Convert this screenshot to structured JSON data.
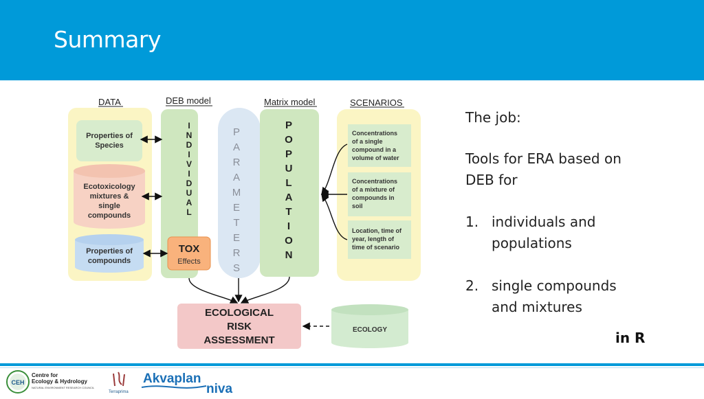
{
  "slide": {
    "title": "Summary"
  },
  "diagram": {
    "column_headers": {
      "data": "DATA",
      "deb": "DEB model",
      "matrix": "Matrix model",
      "scenarios": "SCENARIOS"
    },
    "data_items": [
      "Properties of Species",
      "Ecotoxicology mixtures & single compounds",
      "Properties of compounds"
    ],
    "individual": "INDIVIDUAL",
    "parameters": "PARAMETERS",
    "population": "POPULATION",
    "tox_title": "TOX",
    "tox_sub": "Effects",
    "scenario_items": [
      "Concentrations of a single compound in a volume of water",
      "Concentrations of a mixture of compounds in soil",
      "Location, time of year, length of time of scenario"
    ],
    "era_box": "ECOLOGICAL RISK ASSESSMENT",
    "ecology_box": "ECOLOGY",
    "colors": {
      "yellow_panel": "#fbf5c4",
      "green_panel": "#cfe7bf",
      "blue_panel": "#dbe7f3",
      "species_box": "#d8eccd",
      "ecotox_box": "#f7d2c4",
      "compounds_box": "#c5dcf2",
      "tox_box": "#f9b27c",
      "era_box": "#f3c8c8",
      "ecology_box": "#d3ebd0"
    }
  },
  "text": {
    "job": "The job:",
    "tools": "Tools for ERA based on DEB for",
    "list": [
      {
        "num": "1.",
        "text": "individuals and populations"
      },
      {
        "num": "2.",
        "text": "single compounds and mixtures"
      }
    ],
    "in_r": "in R"
  },
  "footer": {
    "logo1_abbr": "CEH",
    "logo1_line1": "Centre for",
    "logo1_line2": "Ecology & Hydrology",
    "logo1_line3": "NATURAL ENVIRONMENT RESEARCH COUNCIL",
    "logo2": "Terraprima",
    "logo3_a": "Akvaplan",
    "logo3_b": "niva"
  },
  "accent_color": "#009ad9"
}
